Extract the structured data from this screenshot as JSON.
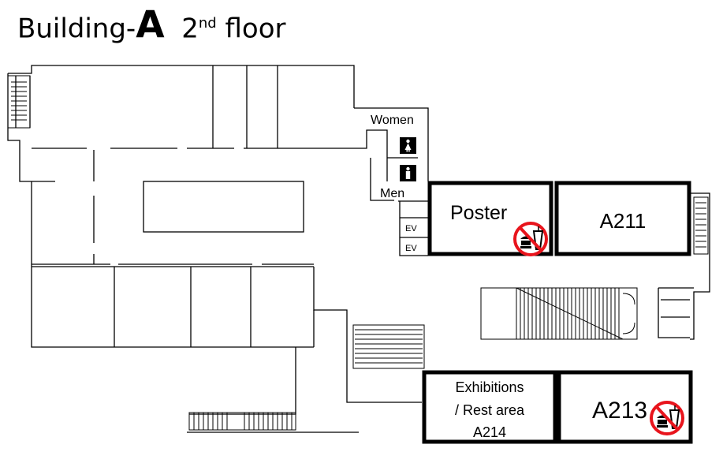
{
  "title": {
    "prefix": "Building-",
    "letter": "A",
    "floor_num": "2",
    "floor_sup": "nd",
    "floor_word": "floor"
  },
  "restrooms": {
    "women": "Women",
    "men": "Men",
    "women_icon": "female-restroom-icon",
    "men_icon": "male-restroom-icon"
  },
  "elevators": [
    "EV",
    "EV"
  ],
  "rooms": {
    "poster": "Poster",
    "a211": "A211",
    "a213": "A213",
    "a214_line1": "Exhibitions",
    "a214_line2": "/ Rest area",
    "a214_line3": "A214"
  },
  "icons": {
    "no_food": "no-food-drink-icon"
  },
  "colors": {
    "prohibition": "#e8141c",
    "wall": "#000000",
    "background": "#ffffff"
  }
}
